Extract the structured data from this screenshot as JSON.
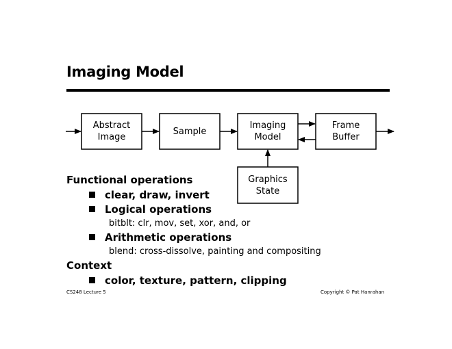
{
  "slide": {
    "title": "Imaging Model"
  },
  "diagram": {
    "boxes": [
      {
        "id": "abstract-image",
        "label": "Abstract\nImage"
      },
      {
        "id": "sample",
        "label": "Sample"
      },
      {
        "id": "imaging-model",
        "label": "Imaging\nModel"
      },
      {
        "id": "frame-buffer",
        "label": "Frame\nBuffer"
      },
      {
        "id": "graphics-state",
        "label": "Graphics\nState"
      }
    ]
  },
  "content": {
    "functional": "Functional operations",
    "clear_draw": "clear, draw, invert",
    "logical": "Logical operations",
    "bitblt": "bitblt: clr,  mov, set, xor, and, or",
    "arithmetic": "Arithmetic operations",
    "blend": "blend: cross-dissolve, painting and compositing",
    "context": "Context",
    "color": "color, texture, pattern, clipping"
  },
  "footer": {
    "left": "CS248 Lecture 5",
    "right": "Copyright © Pat Hanrahan"
  }
}
